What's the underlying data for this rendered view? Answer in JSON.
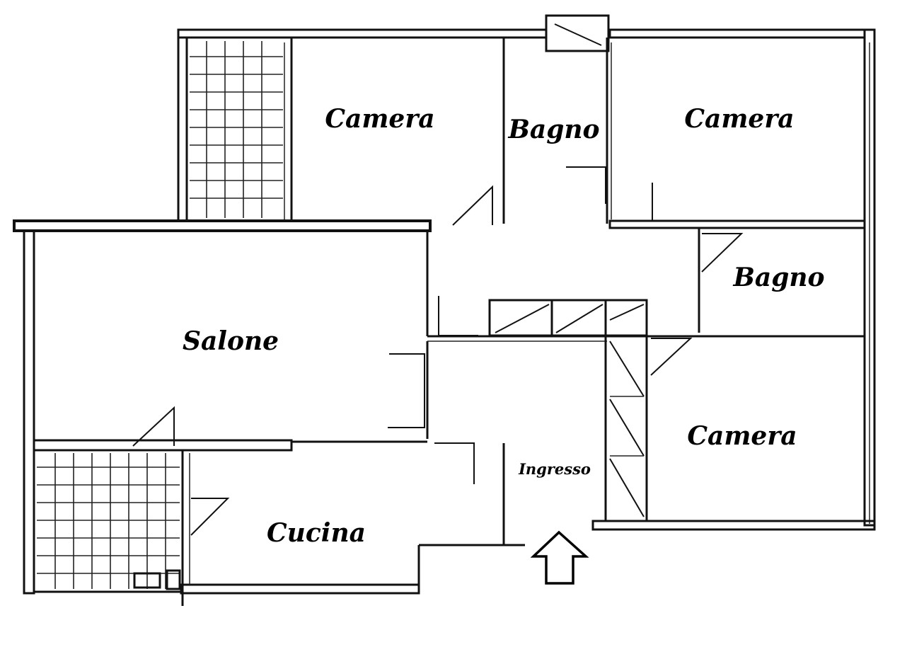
{
  "rooms": {
    "camera_top_left": "Camera",
    "bagno_top": "Bagno",
    "camera_top_right": "Camera",
    "bagno_right": "Bagno",
    "salone": "Salone",
    "camera_bottom_right": "Camera",
    "ingresso": "Ingresso",
    "cucina": "Cucina"
  },
  "colors": {
    "ink": "#111111",
    "paper": "#ffffff"
  }
}
